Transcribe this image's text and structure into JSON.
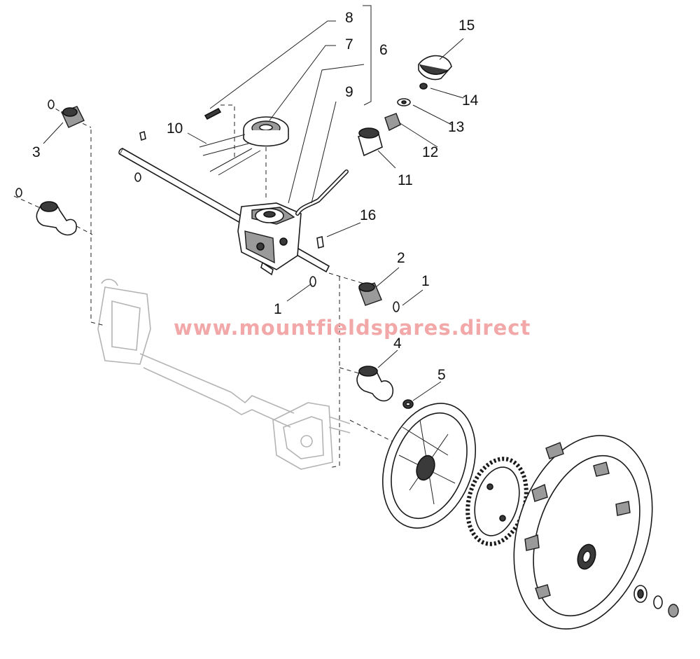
{
  "watermark": "www.mountfieldspares.direct",
  "colors": {
    "ink": "#1a1a1a",
    "ghost_frame": "#b4b4b4",
    "watermark": "#f2a8a8"
  },
  "callouts": {
    "p1a": "1",
    "p1b": "1",
    "p2": "2",
    "p3": "3",
    "p4": "4",
    "p5": "5",
    "p6": "6",
    "p7": "7",
    "p8": "8",
    "p9": "9",
    "p10": "10",
    "p11": "11",
    "p12": "12",
    "p13": "13",
    "p14": "14",
    "p15": "15",
    "p16": "16"
  }
}
